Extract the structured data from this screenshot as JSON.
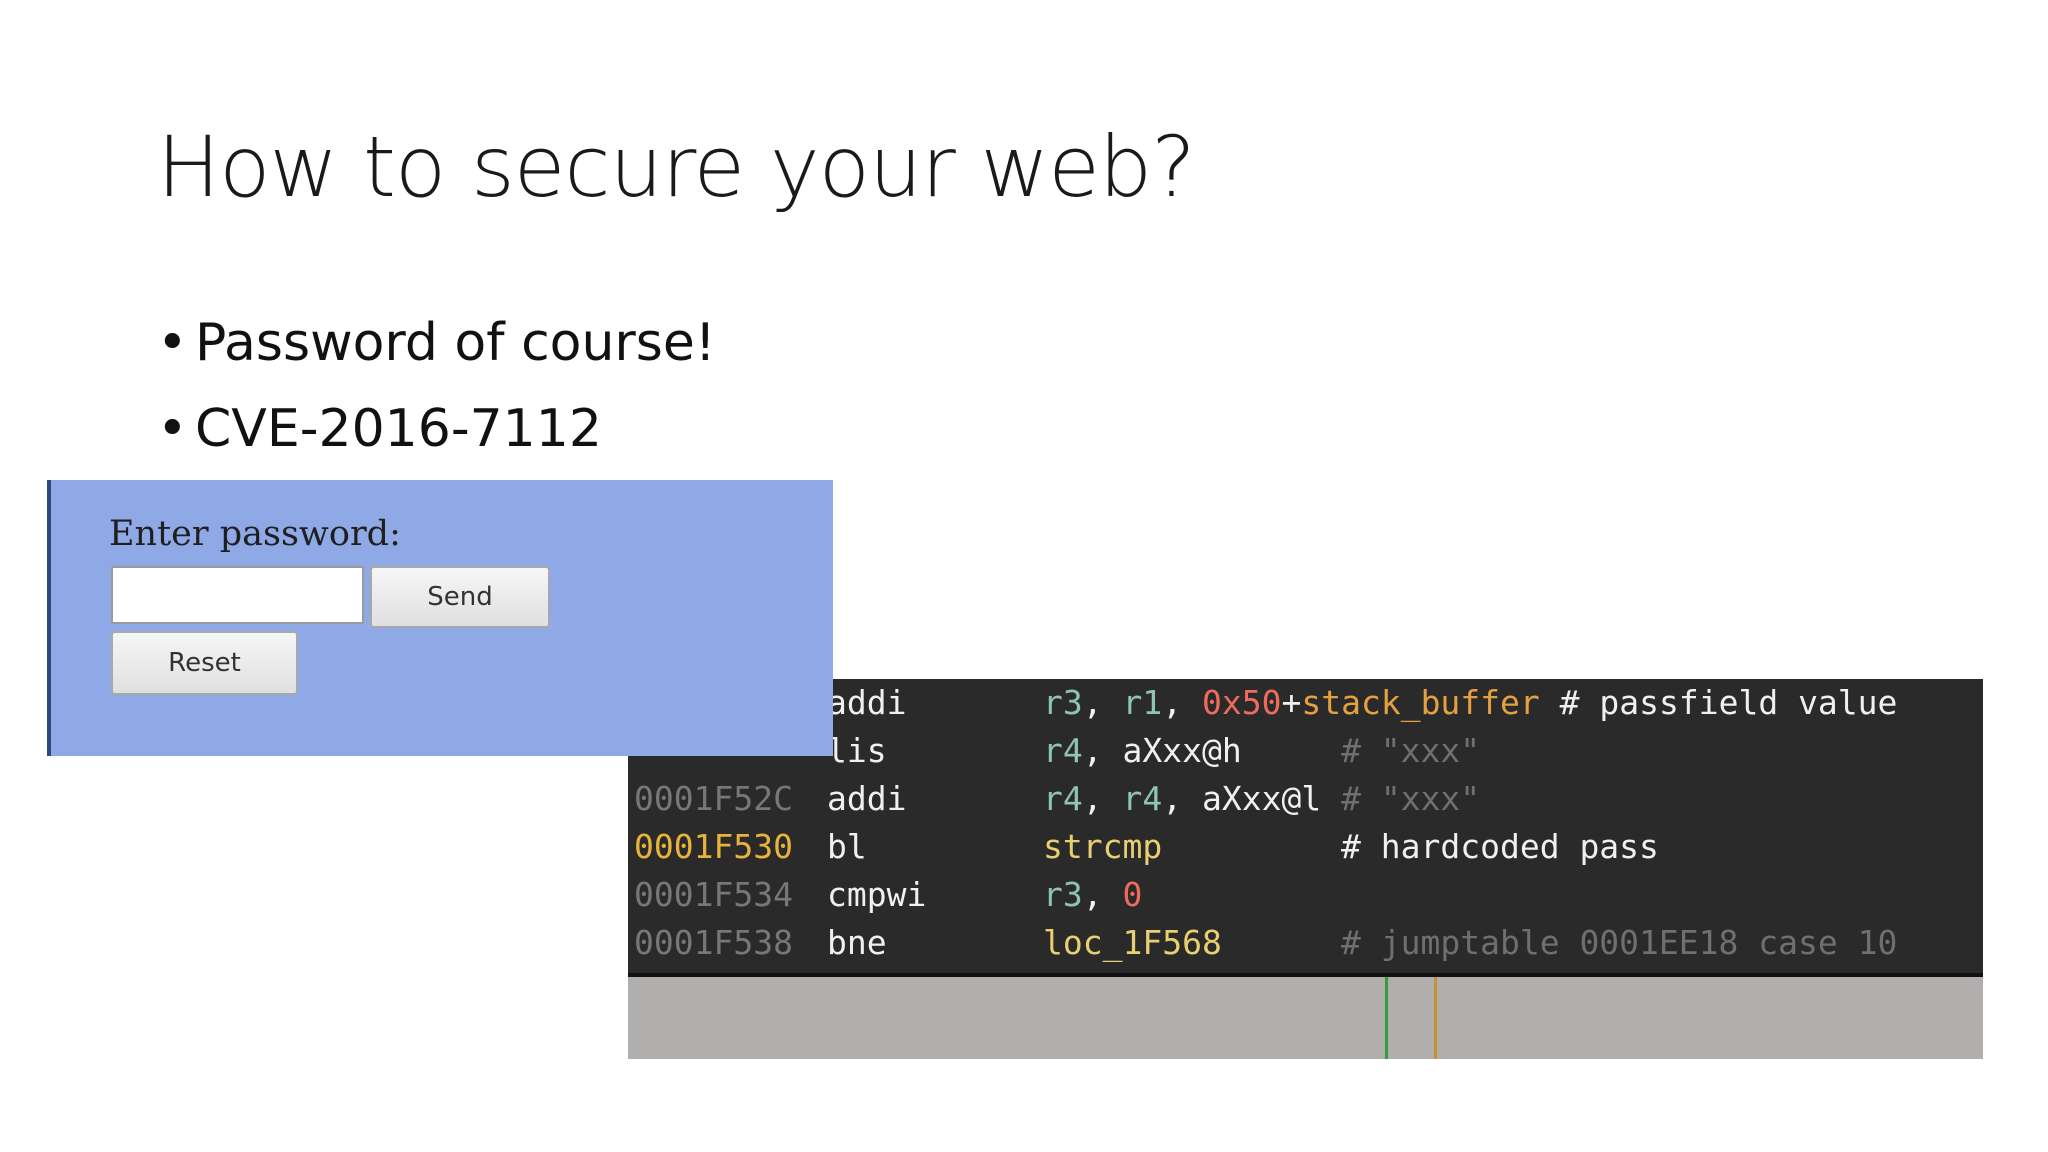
{
  "slide": {
    "title": "How to secure your web?",
    "bullets": [
      "Password of course!",
      "CVE-2016-7112"
    ],
    "bullet_symbol": "•"
  },
  "form": {
    "label": "Enter password:",
    "input_value": "",
    "send_label": "Send",
    "reset_label": "Reset",
    "background_color": "#8fa8e6"
  },
  "code": {
    "rows": [
      {
        "addr": "",
        "op": "addi",
        "args": [
          "r3",
          "r1",
          "0x50",
          "stack_buffer"
        ],
        "comment": "# passfield value"
      },
      {
        "addr": "",
        "op": "lis",
        "args": [
          "r4",
          "aXxx@h"
        ],
        "comment": "# \"xxx\""
      },
      {
        "addr": "0001F52C",
        "op": "addi",
        "args": [
          "r4",
          "r4",
          "aXxx@l"
        ],
        "comment": "# \"xxx\""
      },
      {
        "addr": "0001F530",
        "op": "bl",
        "args": [
          "strcmp"
        ],
        "comment": "# hardcoded pass"
      },
      {
        "addr": "0001F534",
        "op": "cmpwi",
        "args": [
          "r3",
          "0"
        ],
        "comment": ""
      },
      {
        "addr": "0001F538",
        "op": "bne",
        "args": [
          "loc_1F568"
        ],
        "comment": "# jumptable 0001EE18 case 10"
      }
    ]
  },
  "colors": {
    "highlight_address": "#e8b33a",
    "register": "#8ec5b0",
    "immediate": "#ef6b5c",
    "code_background": "#2a2a2a"
  }
}
